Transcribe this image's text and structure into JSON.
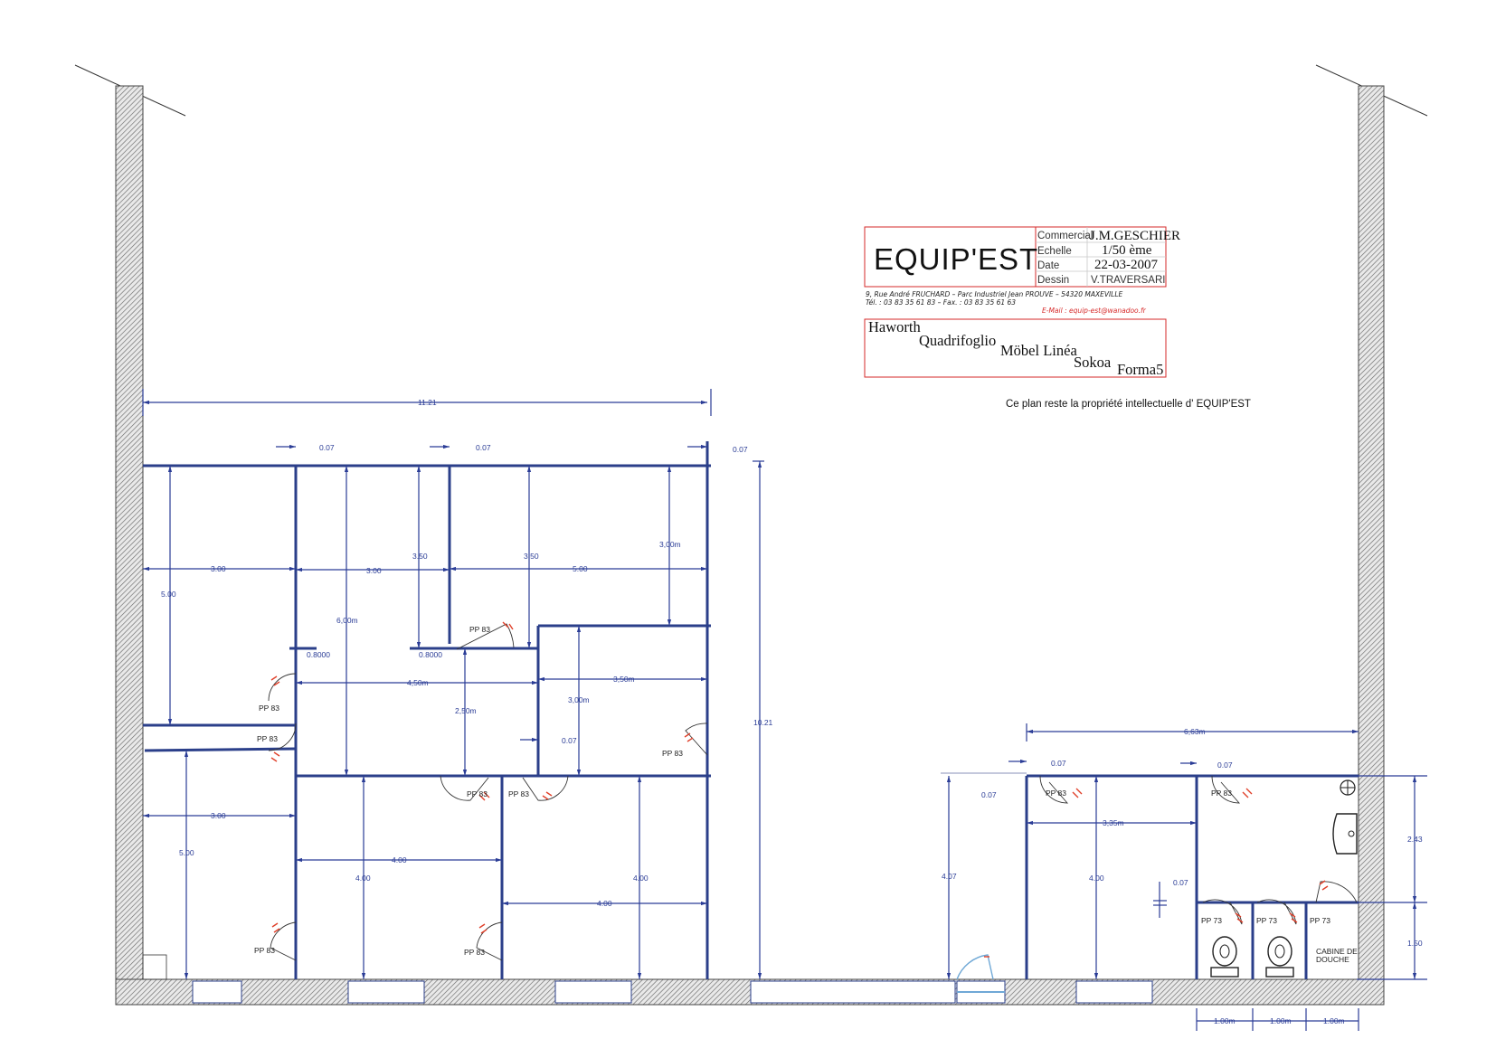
{
  "title_block": {
    "company": "EQUIP'EST",
    "rows": [
      {
        "label": "Commercial",
        "value": "J.M.GESCHIER"
      },
      {
        "label": "Echelle",
        "value": "1/50 ème"
      },
      {
        "label": "Date",
        "value": "22-03-2007"
      },
      {
        "label": "Dessin",
        "value": "V.TRAVERSARI"
      }
    ],
    "address_line1": "9, Rue André FRUCHARD – Parc Industriel Jean PROUVE – 54320 MAXEVILLE",
    "address_line2": "Tél. : 03 83 35 61 83 – Fax. : 03 83 35 61 63",
    "email": "E-Mail : equip-est@wanadoo.fr",
    "brands": [
      "Haworth",
      "Quadrifoglio",
      "Möbel Linéa",
      "Sokoa",
      "Forma5"
    ],
    "copyright": "Ce plan reste la propriété intellectuelle d' EQUIP'EST"
  },
  "dimensions": {
    "d_11_21": "11.21",
    "d_007a": "0.07",
    "d_007b": "0.07",
    "d_007c": "0.07",
    "d_300_r1": "3.00",
    "d_300_r2": "3.00",
    "d_500_top": "5.00",
    "d_500_left": "5.00",
    "d_350_a": "3.50",
    "d_350_b": "3.50",
    "d_600": "6,00m",
    "d_300m": "3,00m",
    "d_08000a": "0.8000",
    "d_08000b": "0.8000",
    "d_450": "4,50m",
    "d_350m": "3,50m",
    "d_250": "2,50m",
    "d_300m_b": "3,00m",
    "d_007d": "0.07",
    "d_1021": "10.21",
    "d_300_bl": "3.00",
    "d_500_bl": "5.00",
    "d_400_a": "4.00",
    "d_400_b": "4.00",
    "d_400_c": "4.00",
    "d_400_d": "4.00",
    "d_663": "6,63m",
    "d_007e": "0.07",
    "d_007f": "0.07",
    "d_007g": "0.07",
    "d_335": "3,35m",
    "d_407": "4.07",
    "d_400_e": "4.00",
    "d_007h": "0.07",
    "d_243": "2.43",
    "d_150": "1.50",
    "d_100a": "1.00m",
    "d_100b": "1.00m",
    "d_100c": "1.00m"
  },
  "doors": {
    "pp83": "PP 83",
    "pp73": "PP 73"
  },
  "labels": {
    "shower": "CABINE DE",
    "shower2": "DOUCHE"
  }
}
